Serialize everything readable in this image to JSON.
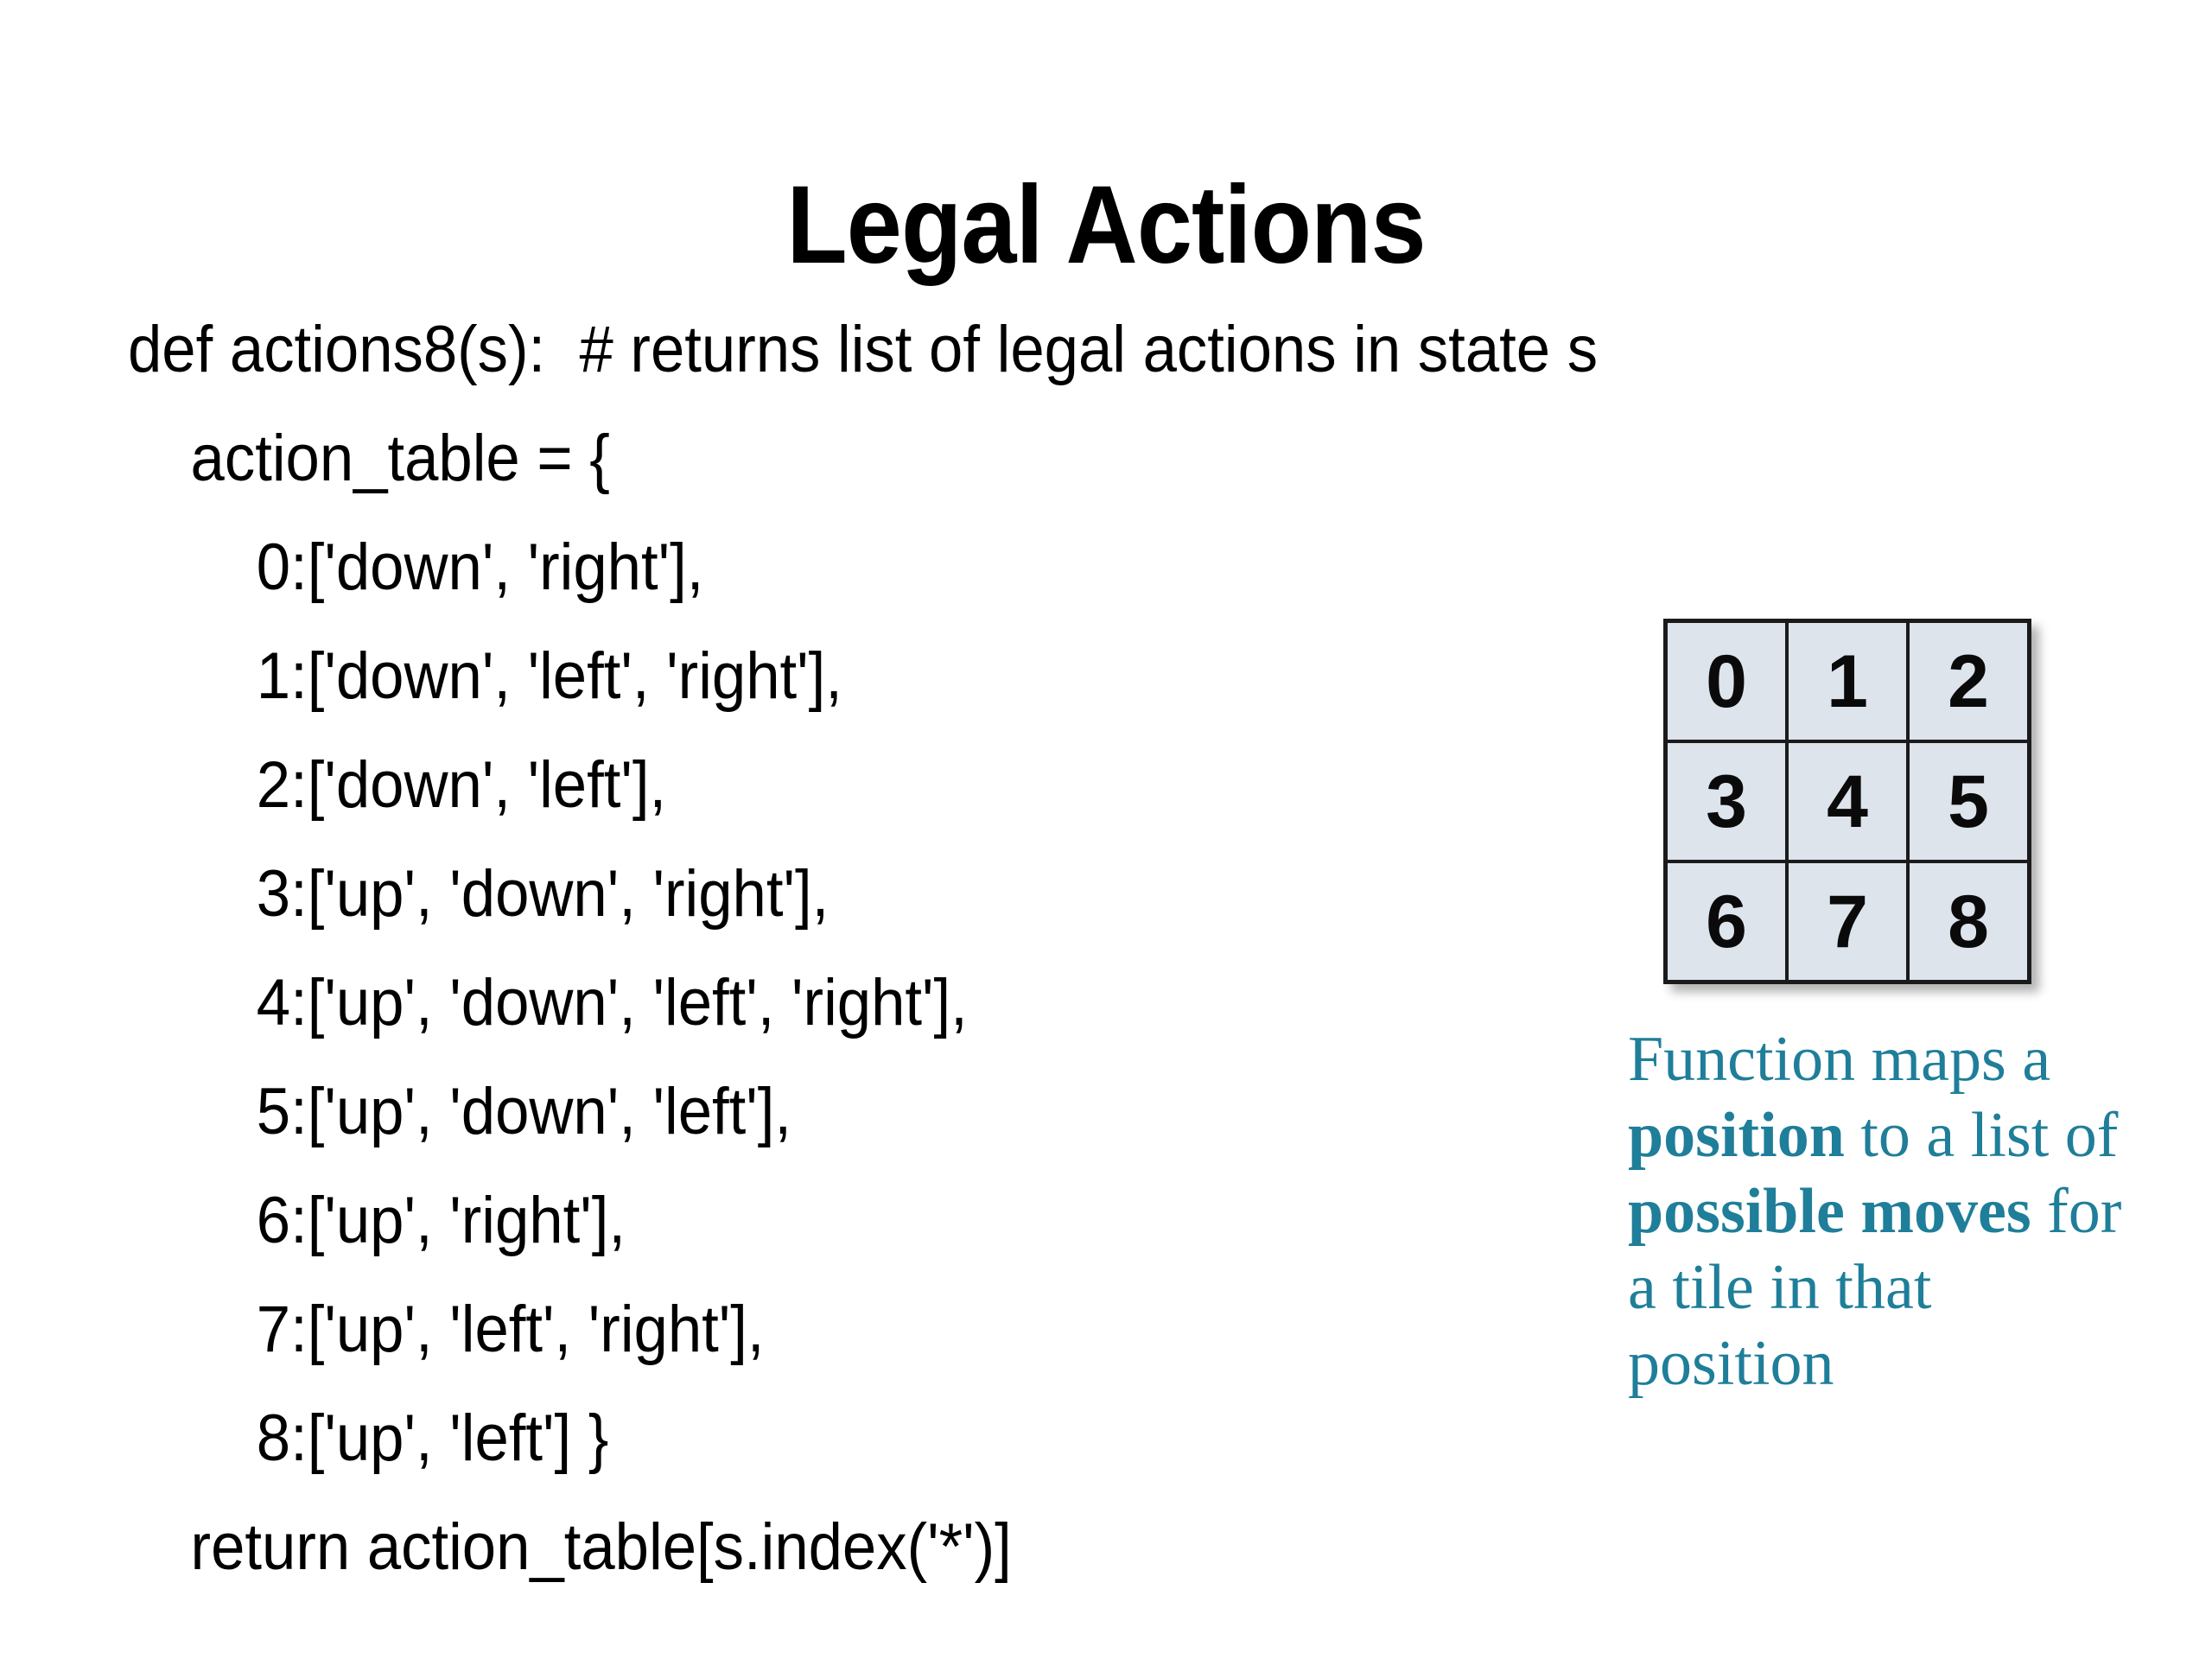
{
  "slide": {
    "title": "Legal Actions",
    "background_color": "#ffffff"
  },
  "code": {
    "lines": [
      {
        "indent": 0,
        "text": "def actions8(s):  # returns list of legal actions in state s"
      },
      {
        "indent": 1,
        "text": "action_table = {"
      },
      {
        "indent": 2,
        "text": "0:['down', 'right'],"
      },
      {
        "indent": 2,
        "text": "1:['down', 'left', 'right'],"
      },
      {
        "indent": 2,
        "text": "2:['down', 'left'],"
      },
      {
        "indent": 2,
        "text": "3:['up', 'down', 'right'],"
      },
      {
        "indent": 2,
        "text": "4:['up', 'down', 'left', 'right'],"
      },
      {
        "indent": 2,
        "text": "5:['up', 'down', 'left'],"
      },
      {
        "indent": 2,
        "text": "6:['up', 'right'],"
      },
      {
        "indent": 2,
        "text": "7:['up', 'left', 'right'],"
      },
      {
        "indent": 2,
        "text": "8:['up', 'left'] }"
      },
      {
        "indent": 1,
        "text": "return action_table[s.index('*')]"
      }
    ],
    "text_color": "#000000"
  },
  "puzzle": {
    "cells": [
      "0",
      "1",
      "2",
      "3",
      "4",
      "5",
      "6",
      "7",
      "8"
    ],
    "cell_fill_color": "#dde4ec",
    "border_color": "#1b1b1b"
  },
  "caption": {
    "color": "#1f7e99",
    "parts": [
      {
        "text": "Function maps a ",
        "bold": false
      },
      {
        "text": "position",
        "bold": true
      },
      {
        "text": " to a list of ",
        "bold": false
      },
      {
        "text": "possible moves",
        "bold": true
      },
      {
        "text": " for a tile in that position",
        "bold": false
      }
    ],
    "full_text": "Function maps a position to a list of possible moves for a tile in that position"
  }
}
